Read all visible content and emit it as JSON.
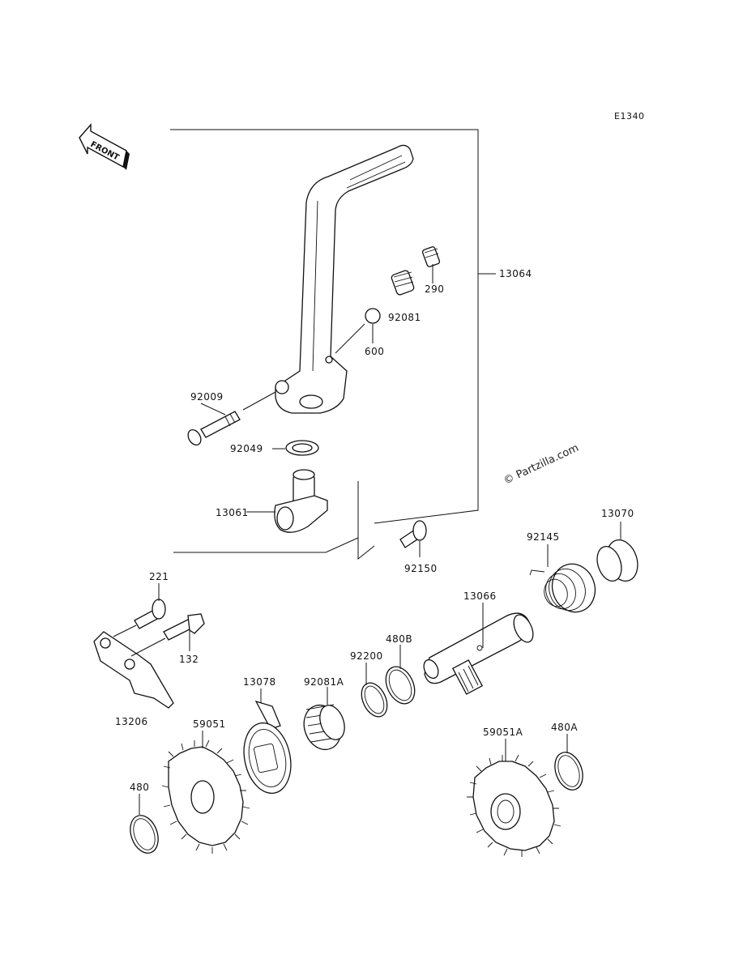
{
  "diagram_code": "E1340",
  "front_arrow_label": "FRONT",
  "watermark": "© Partzilla.com",
  "footer_lines": [
    "",
    ""
  ],
  "labels": {
    "p13064": "13064",
    "p290": "290",
    "p92081": "92081",
    "p600": "600",
    "p92009": "92009",
    "p92049": "92049",
    "p13061": "13061",
    "p92150": "92150",
    "p13070": "13070",
    "p92145": "92145",
    "p13066": "13066",
    "p221": "221",
    "p132": "132",
    "p480B": "480B",
    "p92200": "92200",
    "p13078": "13078",
    "p92081A": "92081A",
    "p13206": "13206",
    "p59051": "59051",
    "p59051A": "59051A",
    "p480A": "480A",
    "p480": "480"
  }
}
